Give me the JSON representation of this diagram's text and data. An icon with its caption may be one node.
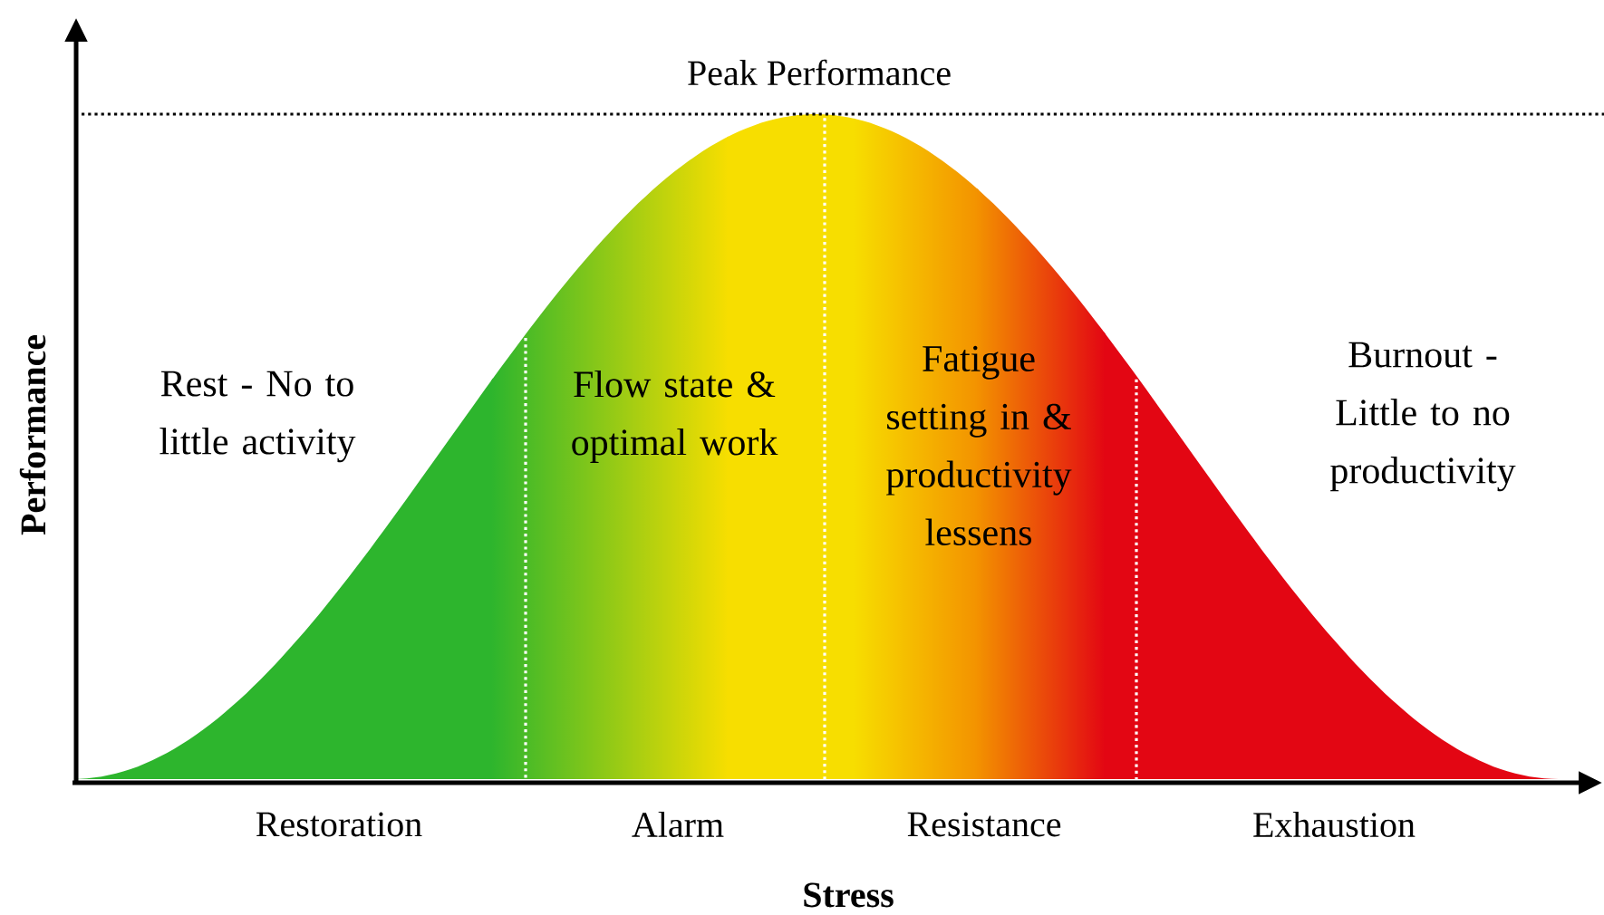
{
  "diagram": {
    "labels": [
      "Peak Performance",
      "Performance",
      "Rest - No to little activity",
      "Flow state & optimal work",
      "Fatigue setting in & productivity lessens",
      "Burnout - Little to no productivity",
      "Restoration",
      "Alarm",
      "Resistance",
      "Exhaustion",
      "Stress"
    ]
  }
}
